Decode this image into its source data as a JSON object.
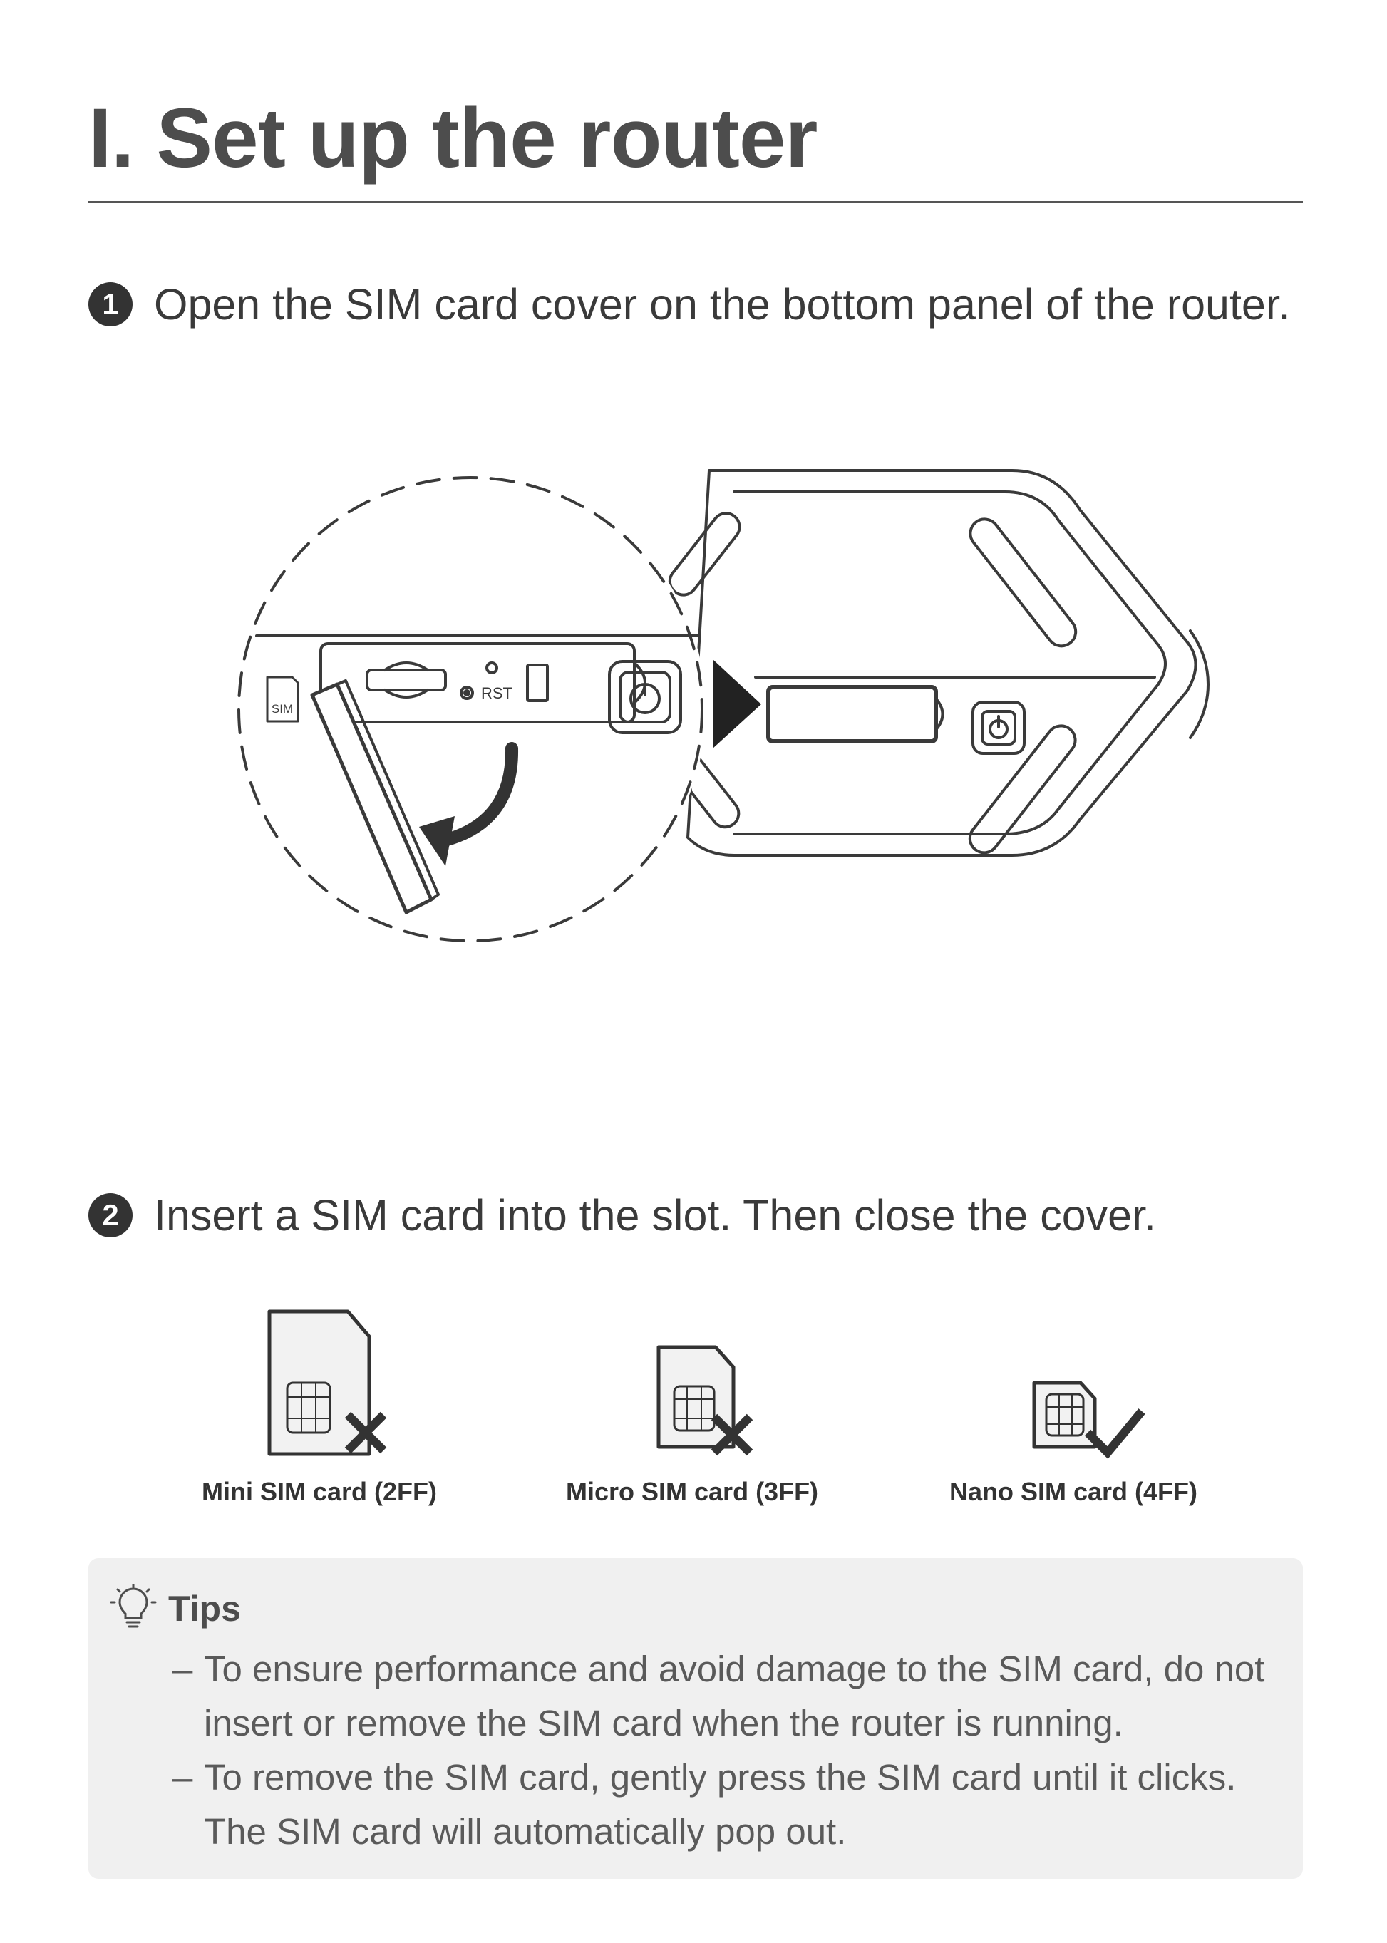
{
  "header": {
    "title": "I. Set up the router"
  },
  "steps": [
    {
      "number": "1",
      "text": "Open the SIM card cover on the bottom panel of the router."
    },
    {
      "number": "2",
      "text": "Insert a SIM card into the slot. Then close the cover."
    }
  ],
  "illustration": {
    "sim_label": "SIM",
    "rst_label": "RST",
    "icons": [
      "power-icon",
      "curved-arrow-icon",
      "sim-card-icon"
    ]
  },
  "sim_cards": [
    {
      "label": "Mini SIM card (2FF)",
      "status": "not-supported",
      "status_icon": "cross-icon"
    },
    {
      "label": "Micro SIM card (3FF)",
      "status": "not-supported",
      "status_icon": "cross-icon"
    },
    {
      "label": "Nano SIM card (4FF)",
      "status": "supported",
      "status_icon": "check-icon"
    }
  ],
  "tips": {
    "icon": "lightbulb-icon",
    "title": "Tips",
    "items": [
      {
        "dash": "–",
        "text": "To ensure performance and avoid damage to the SIM card, do not insert or remove the SIM card when the router is running."
      },
      {
        "dash": "–",
        "text": "To remove the SIM card, gently press the SIM card until it clicks. The SIM card will automatically pop out."
      }
    ]
  },
  "colors": {
    "text_dark": "#333333",
    "title_gray": "#4d4d4d",
    "tips_background": "#f0f0f0",
    "line_art": "#3a3a3a"
  }
}
